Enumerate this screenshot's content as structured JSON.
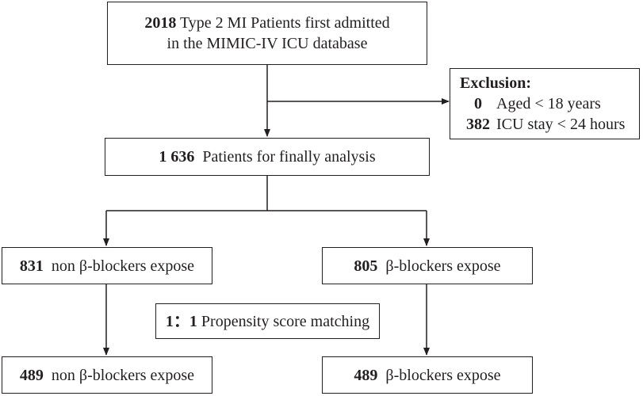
{
  "flowchart": {
    "admitted": {
      "count": "2018",
      "line1": "Type 2 MI Patients first admitted",
      "line2": "in the MIMIC-IV ICU database"
    },
    "exclusion": {
      "title": "Exclusion:",
      "items": [
        {
          "count": "0",
          "label": "Aged < 18 years"
        },
        {
          "count": "382",
          "label": "ICU stay < 24 hours"
        }
      ]
    },
    "analysis": {
      "count": "1 636",
      "label": "Patients for finally analysis"
    },
    "non_bb": {
      "count": "831",
      "label": "non β-blockers expose"
    },
    "bb": {
      "count": "805",
      "label": "β-blockers expose"
    },
    "psm": {
      "ratio": "1：1",
      "label": "Propensity score matching"
    },
    "non_bb_matched": {
      "count": "489",
      "label": "non β-blockers expose"
    },
    "bb_matched": {
      "count": "489",
      "label": "β-blockers expose"
    }
  }
}
